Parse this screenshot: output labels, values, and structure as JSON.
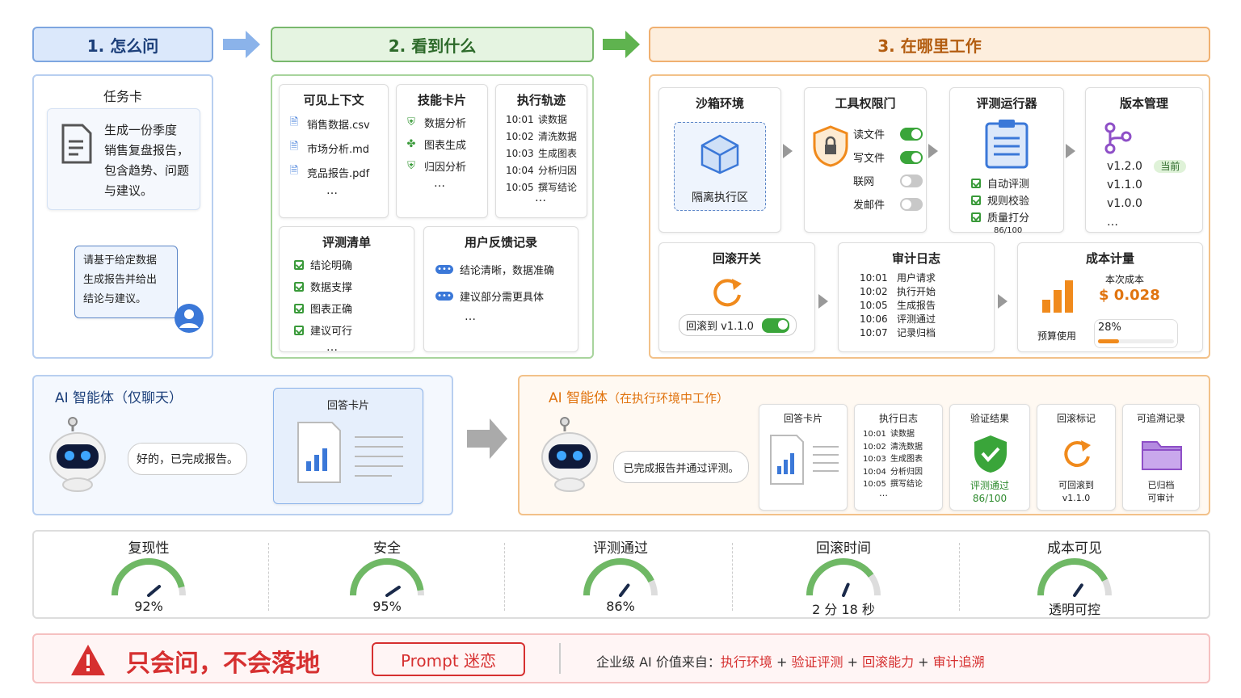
{
  "headers": {
    "h1": "1. 怎么问",
    "h2": "2. 看到什么",
    "h3": "3. 在哪里工作"
  },
  "task": {
    "title": "任务卡",
    "body": [
      "生成一份季度",
      "销售复盘报告，",
      "包含趋势、问题",
      "与建议。"
    ],
    "bubble": [
      "请基于给定数据",
      "生成报告并给出",
      "结论与建议。"
    ]
  },
  "context": {
    "title": "可见上下文",
    "files": [
      "销售数据.csv",
      "市场分析.md",
      "竞品报告.pdf"
    ],
    "more": "…"
  },
  "skills": {
    "title": "技能卡片",
    "items": [
      "数据分析",
      "图表生成",
      "归因分析"
    ],
    "more": "…"
  },
  "trace": {
    "title": "执行轨迹",
    "rows": [
      [
        "10:01",
        "读数据"
      ],
      [
        "10:02",
        "清洗数据"
      ],
      [
        "10:03",
        "生成图表"
      ],
      [
        "10:04",
        "分析归因"
      ],
      [
        "10:05",
        "撰写结论"
      ]
    ],
    "more": "…"
  },
  "checklist": {
    "title": "评测清单",
    "items": [
      "结论明确",
      "数据支撑",
      "图表正确",
      "建议可行"
    ],
    "more": "…"
  },
  "feedback": {
    "title": "用户反馈记录",
    "items": [
      "结论清晰，数据准确",
      "建议部分需更具体"
    ],
    "more": "…"
  },
  "sandbox": {
    "title": "沙箱环境",
    "label": "隔离执行区"
  },
  "tools": {
    "title": "工具权限门",
    "items": [
      {
        "name": "读文件",
        "on": true
      },
      {
        "name": "写文件",
        "on": true
      },
      {
        "name": "联网",
        "on": false
      },
      {
        "name": "发邮件",
        "on": false
      }
    ]
  },
  "evaluator": {
    "title": "评测运行器",
    "items": [
      "自动评测",
      "规则校验",
      "质量打分"
    ],
    "score": "86/100"
  },
  "version": {
    "title": "版本管理",
    "versions": [
      "v1.2.0",
      "v1.1.0",
      "v1.0.0"
    ],
    "current": "当前",
    "more": "…"
  },
  "rollback": {
    "title": "回滚开关",
    "label": "回滚到 v1.1.0"
  },
  "audit": {
    "title": "审计日志",
    "rows": [
      [
        "10:01",
        "用户请求"
      ],
      [
        "10:02",
        "执行开始"
      ],
      [
        "10:05",
        "生成报告"
      ],
      [
        "10:06",
        "评测通过"
      ],
      [
        "10:07",
        "记录归档"
      ]
    ]
  },
  "cost": {
    "title": "成本计量",
    "sub": "本次成本",
    "value": "$ 0.028",
    "budget": "预算使用",
    "pct": "28%",
    "pct_num": 0.28
  },
  "chat": {
    "title": "AI 智能体（仅聊天）",
    "reply": "好的，已完成报告。",
    "card": "回答卡片"
  },
  "exec": {
    "title": "AI 智能体",
    "title_sub": "（在执行环境中工作）",
    "reply": "已完成报告并通过评测。",
    "cards": {
      "answer": "回答卡片",
      "log": "执行日志",
      "verify": "验证结果",
      "rollback": "回滚标记",
      "trace": "可追溯记录"
    },
    "log_rows": [
      [
        "10:01",
        "读数据"
      ],
      [
        "10:02",
        "清洗数据"
      ],
      [
        "10:03",
        "生成图表"
      ],
      [
        "10:04",
        "分析归因"
      ],
      [
        "10:05",
        "撰写结论"
      ]
    ],
    "verify_text": "评测通过",
    "verify_score": "86/100",
    "rollback_text": [
      "可回滚到",
      "v1.1.0"
    ],
    "trace_text": [
      "已归档",
      "可审计"
    ],
    "more": "…"
  },
  "metrics": [
    {
      "title": "复现性",
      "value": "92%",
      "level": 0.92
    },
    {
      "title": "安全",
      "value": "95%",
      "level": 0.95
    },
    {
      "title": "评测通过",
      "value": "86%",
      "level": 0.86
    },
    {
      "title": "回滚时间",
      "value": "2 分 18 秒",
      "level": 0.8
    },
    {
      "title": "成本可见",
      "value": "透明可控",
      "level": 0.85
    }
  ],
  "banner": {
    "warn": "只会问，不会落地",
    "tag": "Prompt 迷恋",
    "prefix": "企业级 AI 价值来自：",
    "parts": [
      "执行环境",
      "验证评测",
      "回滚能力",
      "审计追溯"
    ],
    "plus": "+"
  },
  "colors": {
    "blue": "#3b78d8",
    "green": "#3aa53a",
    "orange": "#f08a1c",
    "red": "#d63030"
  }
}
